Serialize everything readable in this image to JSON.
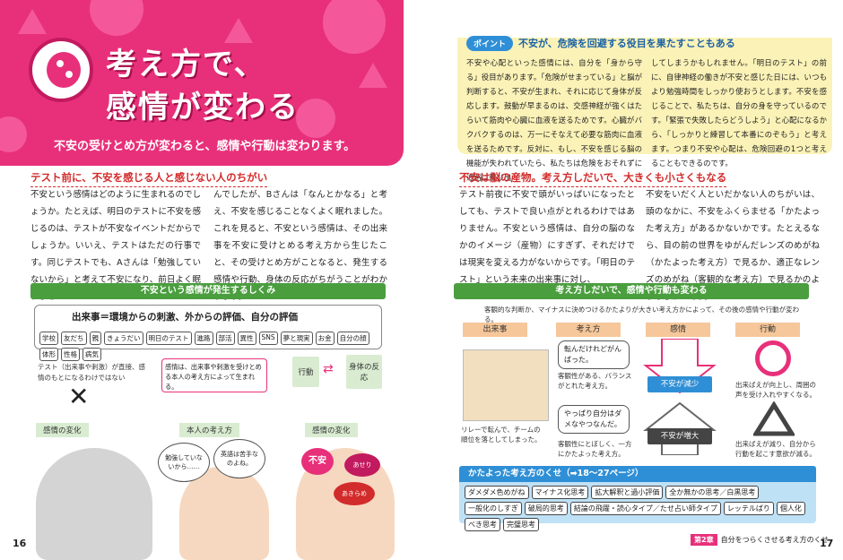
{
  "left": {
    "title_line1": "考え方で、",
    "title_line2": "感情が変わる",
    "subtitle": "不安の受けとめ方が変わると、感情や行動は変わります。",
    "section_heading": "テスト前に、不安を感じる人と感じない人のちがい",
    "body_col1": "不安という感情はどのように生まれるのでしょうか。たとえば、明日のテストに不安を感じるのは、テストが不安なイベントだからでしょうか。いいえ、テストはただの行事です。同じテストでも、Aさんは「勉強していないから」と考えて不安になり、前日よく眠れませ",
    "body_col2": "んでしたが、Bさんは「なんとかなる」と考え、不安を感じることなくよく眠れました。これを見ると、不安という感情は、その出来事を不安に受けとめる考え方から生じたこと、その受けとめ方がことなると、発生する感情や行動、身体の反応がちがうことがわかります。",
    "diagram_bar": "不安という感情が発生するしくみ",
    "event_title": "出来事＝環境からの刺激、外からの評価、自分の評価",
    "event_chips": [
      "学校",
      "友だち",
      "親",
      "きょうだい",
      "明日のテスト",
      "進路",
      "部活",
      "異性",
      "SNS",
      "夢と現実",
      "お金",
      "自分の顔",
      "体形",
      "性格",
      "病気"
    ],
    "note_left": "テスト（出来事や刺激）が直接、感情のもとになるわけではない",
    "pink_note": "感情は、出来事や刺激を受けとめる本人の考え方によって生まれる。",
    "label_action": "行動",
    "label_body": "身体の反応",
    "label_emotion_change": "感情の変化",
    "label_thinking": "本人の考え方",
    "label_emotion": "感情の変化",
    "bubble1": "勉強していないから……",
    "bubble2": "英語は苦手なのよね。",
    "emo1": "不安",
    "emo2": "あせり",
    "emo3": "あきらめ",
    "page_number": "16"
  },
  "right": {
    "point_tag": "ポイント",
    "point_text": "不安が、危険を回避する役目を果たすこともある",
    "point_col1": "不安や心配といった感情には、自分を「身から守る」役目があります。「危険がせまっている」と脳が判断すると、不安が生まれ、それに応じて身体が反応します。鼓動が早まるのは、交感神経が強くはたらいて筋肉や心臓に血液を送るためです。心臓がバクバクするのは、万一にそなえて必要な筋肉に血液を送るためです。反対に、もし、不安を感じる脳の機能が失われていたら、私たちは危険をおそれずに道路に飛び出",
    "point_col2": "してしまうかもしれません。「明日のテスト」の前に、自律神経の働きが不安と感じた日には、いつもより勉強時間をしっかり使おうとします。不安を感じることで、私たちは、自分の身を守っているのです。「緊張で失敗したらどうしよう」と心配になるから、「しっかりと練習して本番にのぞもう」と考えます。つまり不安や心配は、危険回避の1つと考えることもできるのです。",
    "section_heading": "不安は脳の産物。考え方しだいで、大きくも小さくもなる",
    "body_col1": "テスト前夜に不安で頭がいっぱいになったとしても、テストで良い点がとれるわけではありません。不安という感情は、自分の脳のなかのイメージ（産物）にすぎず、それだけでは現実を変える力がないからです。「明日のテスト」という未来の出来事に対し、",
    "body_col2": "不安をいだく人といだかない人のちがいは、頭のなかに、不安をふくらませる「かたよった考え方」があるかないかです。たとえるなら、目の前の世界をゆがんだレンズのめがね（かたよった考え方）で見るか、適正なレンズのめがね（客観的な考え方）で見るかのようなちがいです。",
    "diagram_bar": "考え方しだいで、感情や行動も変わる",
    "diagram_caption": "客観的な判断か、マイナスに決めつけるかたよりが大きい考え方かによって、その後の感情や行動が変わる。",
    "col_event": "出来事",
    "col_thinking": "考え方",
    "col_emotion": "感情",
    "col_action": "行動",
    "bubble_top": "転んだけれどがんばった。",
    "cap_top": "客観性がある、バランスがとれた考え方。",
    "emo_top": "不安が減少",
    "act_top": "出来ばえが向上し、周囲の声を受け入れやすくなる。",
    "cap_event": "リレーで転んで、チームの順位を落としてしまった。",
    "bubble_bottom": "やっぱり自分はダメなやつなんだ。",
    "cap_bottom": "客観性にとぼしく、一方にかたよった考え方。",
    "emo_bottom": "不安が増大",
    "act_bottom": "出来ばえが減り、自分から行動を起こす意欲が減る。",
    "habits_bar": "かたよった考え方のくせ（➡18〜27ページ）",
    "habits": [
      "ダメダメ色めがね",
      "マイナス化思考",
      "拡大解釈と過小評価",
      "全か無かの思考／白黒思考",
      "一般化のしすぎ",
      "破局的思考",
      "結論の飛躍・読心タイプ／たせ占い師タイプ",
      "レッテルばり",
      "個人化",
      "べき思考",
      "完璧思考"
    ],
    "chapter_tag": "第2章",
    "chapter_text": "自分をつらくさせる考え方のくせ",
    "page_number": "17"
  },
  "colors": {
    "pink": "#e8307a",
    "green": "#4a9e3e",
    "blue": "#2f8fd6",
    "yellow": "#fbf2b7",
    "red": "#d22b2b"
  }
}
